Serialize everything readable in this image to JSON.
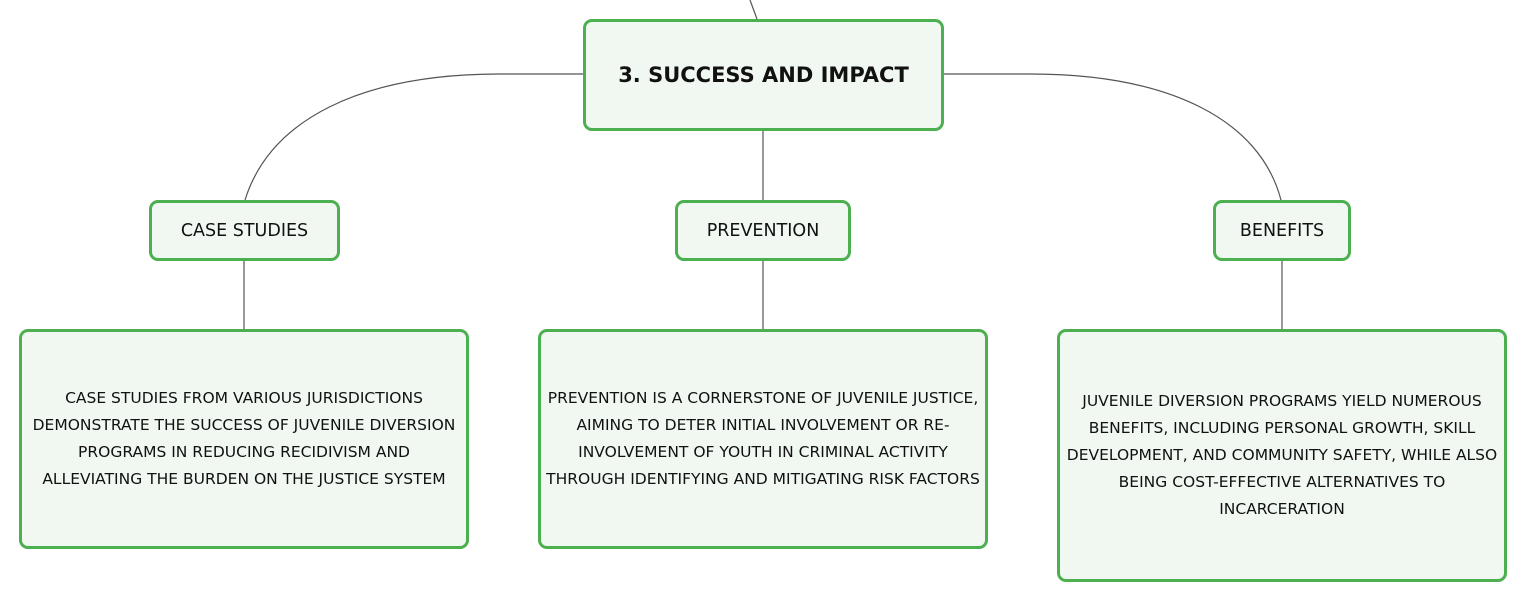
{
  "root": {
    "label": "3. SUCCESS AND IMPACT"
  },
  "branches": [
    {
      "label": "CASE STUDIES",
      "description": "CASE STUDIES FROM VARIOUS JURISDICTIONS DEMONSTRATE THE SUCCESS OF JUVENILE DIVERSION PROGRAMS IN REDUCING RECIDIVISM AND ALLEVIATING THE BURDEN ON THE JUSTICE SYSTEM"
    },
    {
      "label": "PREVENTION",
      "description": "PREVENTION IS A CORNERSTONE OF JUVENILE JUSTICE, AIMING TO DETER INITIAL INVOLVEMENT OR RE-INVOLVEMENT OF YOUTH IN CRIMINAL ACTIVITY THROUGH IDENTIFYING AND MITIGATING RISK FACTORS"
    },
    {
      "label": "BENEFITS",
      "description": "JUVENILE DIVERSION PROGRAMS YIELD NUMEROUS BENEFITS, INCLUDING PERSONAL GROWTH, SKILL DEVELOPMENT, AND COMMUNITY SAFETY, WHILE ALSO BEING COST-EFFECTIVE ALTERNATIVES TO INCARCERATION"
    }
  ],
  "colors": {
    "border": "#4caf50",
    "fill": "#f1f8f2",
    "connector": "#555555"
  }
}
